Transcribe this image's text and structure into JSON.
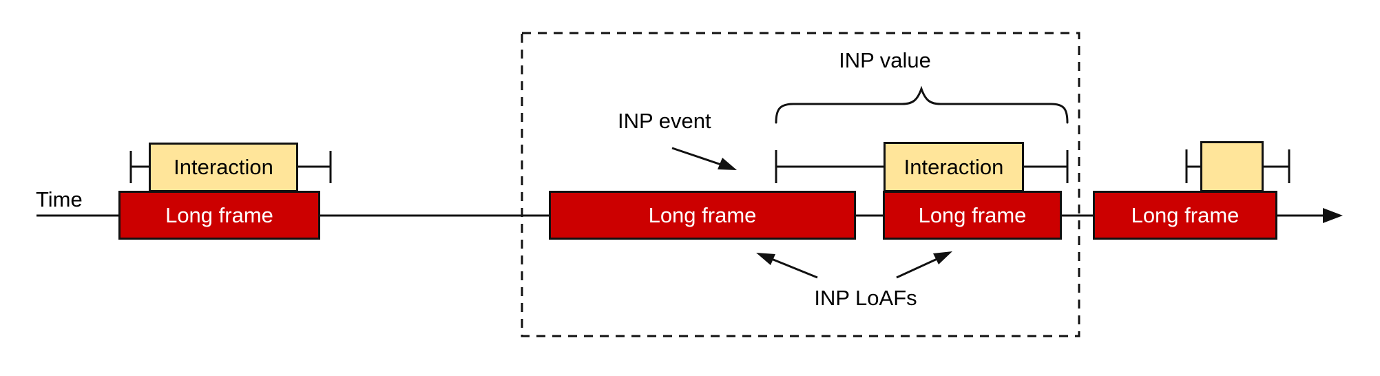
{
  "colors": {
    "frame-fill": "#cc0000",
    "interaction-fill": "#ffe59a",
    "stroke": "#111111",
    "frame-text": "#ffffff",
    "label-text": "#000000"
  },
  "axis": {
    "time_label": "Time"
  },
  "frames": [
    {
      "label": "Long frame"
    },
    {
      "label": "Long frame"
    },
    {
      "label": "Long frame"
    },
    {
      "label": "Long frame"
    }
  ],
  "interactions": [
    {
      "label": "Interaction"
    },
    {
      "label": "Interaction"
    },
    {
      "label": ""
    }
  ],
  "annotations": {
    "inp_event": "INP event",
    "inp_value": "INP value",
    "inp_loafs": "INP LoAFs"
  }
}
